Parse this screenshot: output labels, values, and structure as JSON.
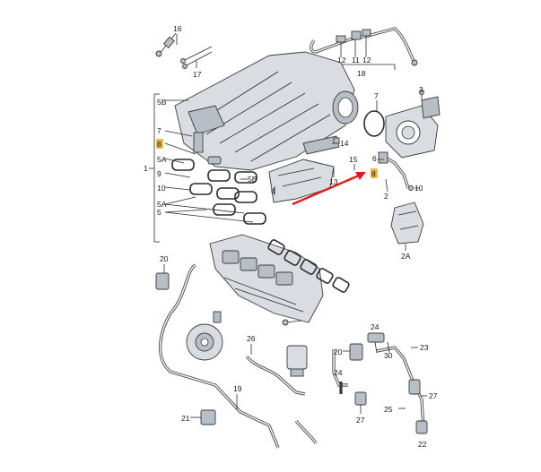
{
  "colors": {
    "highlight": "#e8b84a",
    "arrow": "#e11b1b",
    "part": "#d9dde2"
  },
  "callouts": {
    "c16": "16",
    "c12a": "12",
    "c11": "11",
    "c12b": "12",
    "c17": "17",
    "c18": "18",
    "c5b_top": "5B",
    "c7_left": "7",
    "c8_left": "8",
    "c5a_a": "5A",
    "c9": "9",
    "c10_left": "10",
    "c1": "1",
    "c5a_b": "5A",
    "c5": "5",
    "c5b_mid": "5B",
    "c4": "4",
    "c14": "14",
    "c13": "13",
    "c15": "15",
    "c3": "3",
    "c7_right": "7",
    "c6": "6",
    "c8_right": "8",
    "c10_right": "10",
    "c2": "2",
    "c2a": "2A",
    "c20_left": "20",
    "c26": "26",
    "c19": "19",
    "c21": "21",
    "c24": "24",
    "c23": "23",
    "c20_right": "20",
    "c30": "30",
    "c24b": "24",
    "c27": "27",
    "c25": "25",
    "c22": "22"
  }
}
